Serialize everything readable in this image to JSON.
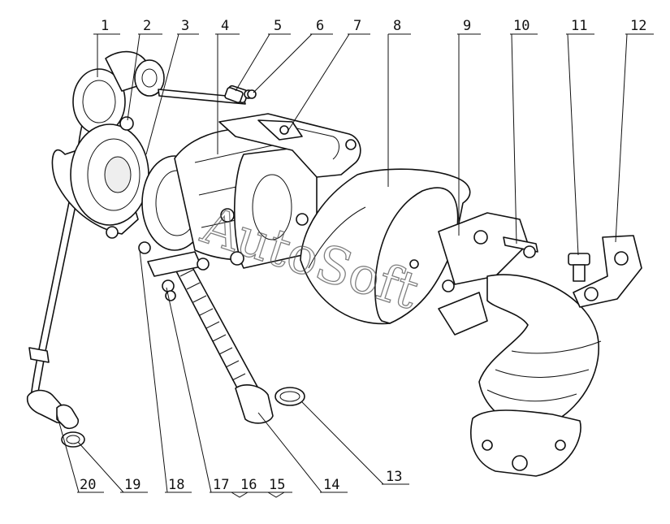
{
  "diagram": {
    "callouts_top": [
      {
        "id": "c1",
        "label": "1"
      },
      {
        "id": "c2",
        "label": "2"
      },
      {
        "id": "c3",
        "label": "3"
      },
      {
        "id": "c4",
        "label": "4"
      },
      {
        "id": "c5",
        "label": "5"
      },
      {
        "id": "c6",
        "label": "6"
      },
      {
        "id": "c7",
        "label": "7"
      },
      {
        "id": "c8",
        "label": "8"
      },
      {
        "id": "c9",
        "label": "9"
      },
      {
        "id": "c10",
        "label": "10"
      },
      {
        "id": "c11",
        "label": "11"
      },
      {
        "id": "c12",
        "label": "12"
      }
    ],
    "callouts_bottom": [
      {
        "id": "c20",
        "label": "20"
      },
      {
        "id": "c19",
        "label": "19"
      },
      {
        "id": "c18",
        "label": "18"
      },
      {
        "id": "c17",
        "label": "17"
      },
      {
        "id": "c16",
        "label": "16"
      },
      {
        "id": "c15",
        "label": "15"
      },
      {
        "id": "c14",
        "label": "14"
      },
      {
        "id": "c13",
        "label": "13"
      }
    ],
    "watermark": "AutoSoft"
  }
}
